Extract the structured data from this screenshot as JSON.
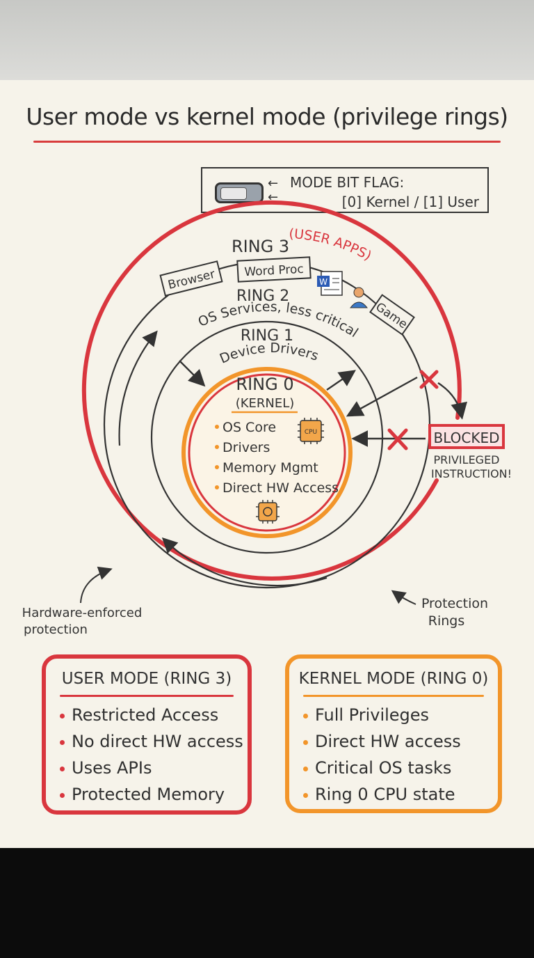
{
  "title": "User mode vs kernel mode (privilege rings)",
  "mode_bit": {
    "title": "MODE BIT FLAG:",
    "values": "[0] Kernel / [1] User",
    "arrows": "←"
  },
  "rings": {
    "ring3": {
      "label": "RING 3",
      "sub": "(USER APPS)",
      "apps": [
        "Browser",
        "Word Proc",
        "Game"
      ]
    },
    "ring2": {
      "label": "RING 2",
      "sub": "OS Services, less critical"
    },
    "ring1": {
      "label": "RING 1",
      "sub": "Device Drivers"
    },
    "ring0": {
      "label": "RING 0",
      "sub": "(KERNEL)",
      "items": [
        "OS Core",
        "Drivers",
        "Memory Mgmt",
        "Direct HW Access"
      ],
      "chip_label": "CPU"
    }
  },
  "blocked": {
    "label": "BLOCKED",
    "line1": "PRIVILEGED",
    "line2": "INSTRUCTION!"
  },
  "annotations": {
    "hardware_line1": "Hardware-enforced",
    "hardware_line2": "protection",
    "protection_line1": "Protection",
    "protection_line2": "Rings"
  },
  "word_icon_letter": "W",
  "user_mode": {
    "title": "USER MODE (RING 3)",
    "items": [
      "Restricted Access",
      "No direct HW access",
      "Uses APIs",
      "Protected Memory"
    ]
  },
  "kernel_mode": {
    "title": "KERNEL MODE (RING 0)",
    "items": [
      "Full Privileges",
      "Direct HW access",
      "Critical OS tasks",
      "Ring 0 CPU state"
    ]
  },
  "colors": {
    "red": "#d9363e",
    "orange": "#f2952a",
    "ink": "#333333",
    "paper": "#f6f3ea"
  }
}
